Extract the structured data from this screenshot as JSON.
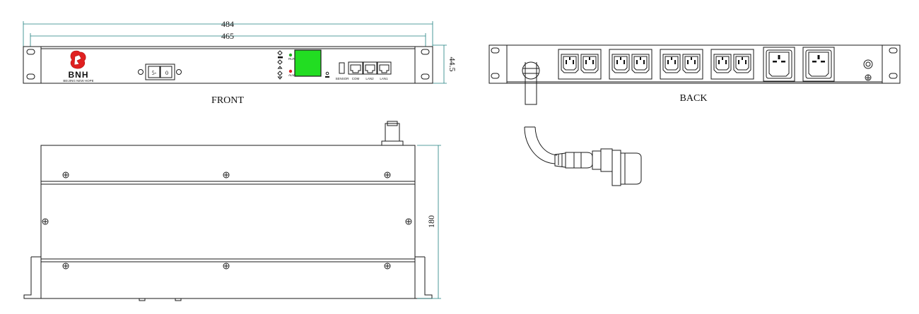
{
  "labels": {
    "front": "FRONT",
    "back": "BACK"
  },
  "dimensions": {
    "overall_width": "484",
    "mount_width": "465",
    "height": "44.5",
    "depth": "180"
  },
  "front_panel": {
    "brand_text": "BNH",
    "brand_subtext": "BEIJING NEW HOPE",
    "switch_label": "5-",
    "switch_label_2": "0",
    "led_run": "RUN",
    "led_alm": "ALM",
    "ports": [
      "SENSOR",
      "COM",
      "LAN2",
      "LAN1"
    ]
  },
  "colors": {
    "display": "#22dd22",
    "logo": "#e02020",
    "dimension_line": "#1f7f7f"
  },
  "back_panel": {
    "c13_groups": 4,
    "c19_outlets": 2
  }
}
